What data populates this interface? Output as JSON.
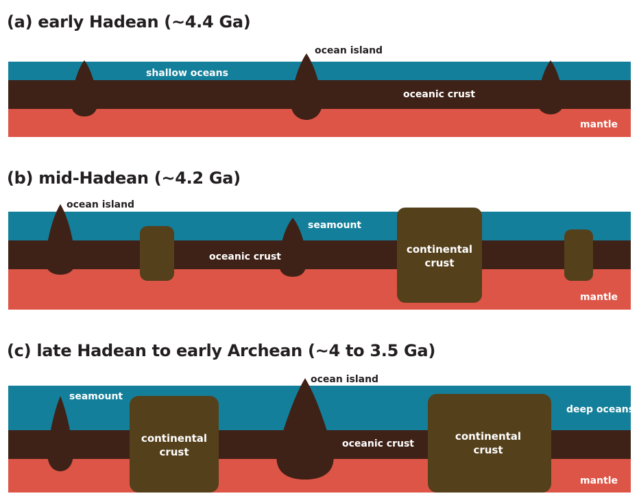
{
  "colors": {
    "ocean": "#137f9a",
    "oceanic_crust": "#3e2117",
    "mantle": "#dd5546",
    "continental_crust": "#55401c",
    "label_light": "#ffffff",
    "label_dark": "#231f20"
  },
  "panels": [
    {
      "title": "(a) early Hadean (~4.4 Ga)",
      "labels": {
        "ocean_island": "ocean island",
        "shallow_oceans": "shallow oceans",
        "oceanic_crust": "oceanic crust",
        "mantle": "mantle"
      }
    },
    {
      "title": "(b) mid-Hadean (~4.2 Ga)",
      "labels": {
        "ocean_island": "ocean island",
        "seamount": "seamount",
        "oceanic_crust": "oceanic crust",
        "continental_crust_line1": "continental",
        "continental_crust_line2": "crust",
        "mantle": "mantle"
      }
    },
    {
      "title": "(c) late Hadean to early Archean (~4 to 3.5 Ga)",
      "labels": {
        "seamount": "seamount",
        "ocean_island": "ocean island",
        "deep_oceans": "deep oceans",
        "oceanic_crust": "oceanic crust",
        "continental_crust_left_line1": "continental",
        "continental_crust_left_line2": "crust",
        "continental_crust_right_line1": "continental",
        "continental_crust_right_line2": "crust",
        "mantle": "mantle"
      }
    }
  ]
}
